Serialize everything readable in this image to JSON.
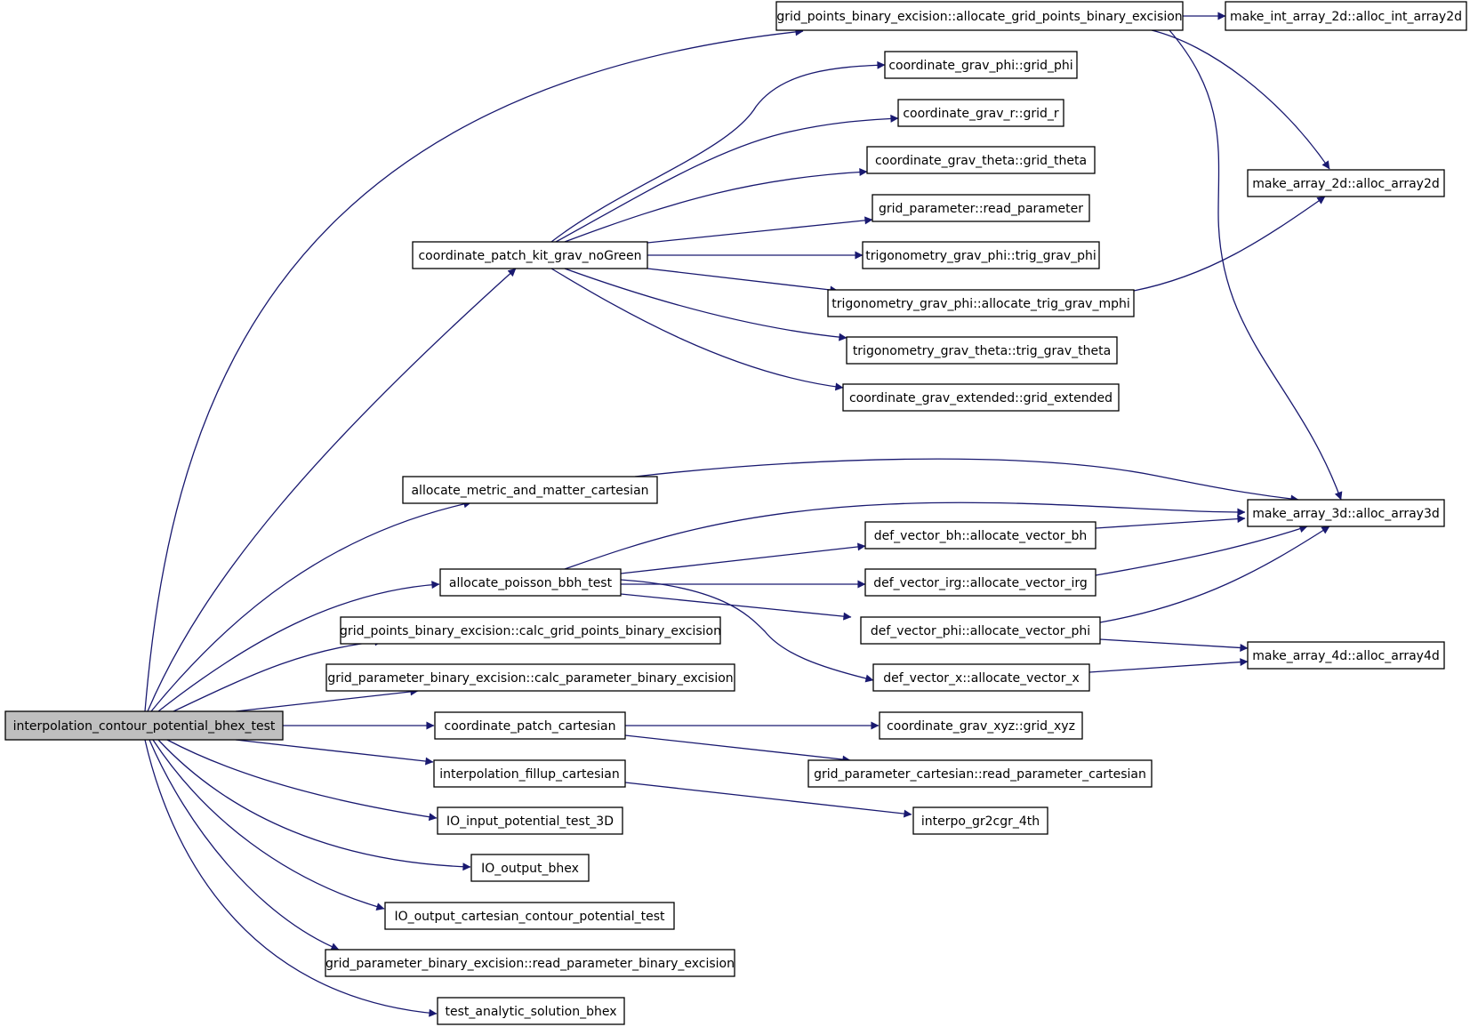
{
  "graph": {
    "root": "interpolation_contour_potential_bhex_test",
    "nodes": [
      {
        "id": "root",
        "label": "interpolation_contour_potential_bhex_test",
        "root": true
      },
      {
        "id": "gpbe_alloc",
        "label": "grid_points_binary_excision::allocate_grid_points_binary_excision"
      },
      {
        "id": "int2d",
        "label": "make_int_array_2d::alloc_int_array2d"
      },
      {
        "id": "grid_phi",
        "label": "coordinate_grav_phi::grid_phi"
      },
      {
        "id": "grid_r",
        "label": "coordinate_grav_r::grid_r"
      },
      {
        "id": "grid_theta",
        "label": "coordinate_grav_theta::grid_theta"
      },
      {
        "id": "read_param",
        "label": "grid_parameter::read_parameter"
      },
      {
        "id": "cpkgng",
        "label": "coordinate_patch_kit_grav_noGreen"
      },
      {
        "id": "trig_phi",
        "label": "trigonometry_grav_phi::trig_grav_phi"
      },
      {
        "id": "trig_mphi",
        "label": "trigonometry_grav_phi::allocate_trig_grav_mphi"
      },
      {
        "id": "trig_theta",
        "label": "trigonometry_grav_theta::trig_grav_theta"
      },
      {
        "id": "grid_ext",
        "label": "coordinate_grav_extended::grid_extended"
      },
      {
        "id": "arr2d",
        "label": "make_array_2d::alloc_array2d"
      },
      {
        "id": "amamc",
        "label": "allocate_metric_and_matter_cartesian"
      },
      {
        "id": "arr3d",
        "label": "make_array_3d::alloc_array3d"
      },
      {
        "id": "vec_bh",
        "label": "def_vector_bh::allocate_vector_bh"
      },
      {
        "id": "apbt",
        "label": "allocate_poisson_bbh_test"
      },
      {
        "id": "vec_irg",
        "label": "def_vector_irg::allocate_vector_irg"
      },
      {
        "id": "calc_gp",
        "label": "grid_points_binary_excision::calc_grid_points_binary_excision"
      },
      {
        "id": "vec_phi",
        "label": "def_vector_phi::allocate_vector_phi"
      },
      {
        "id": "arr4d",
        "label": "make_array_4d::alloc_array4d"
      },
      {
        "id": "calc_param",
        "label": "grid_parameter_binary_excision::calc_parameter_binary_excision"
      },
      {
        "id": "vec_x",
        "label": "def_vector_x::allocate_vector_x"
      },
      {
        "id": "cpc",
        "label": "coordinate_patch_cartesian"
      },
      {
        "id": "grid_xyz",
        "label": "coordinate_grav_xyz::grid_xyz"
      },
      {
        "id": "ifc",
        "label": "interpolation_fillup_cartesian"
      },
      {
        "id": "read_cart",
        "label": "grid_parameter_cartesian::read_parameter_cartesian"
      },
      {
        "id": "io_in",
        "label": "IO_input_potential_test_3D"
      },
      {
        "id": "interpo",
        "label": "interpo_gr2cgr_4th"
      },
      {
        "id": "io_out",
        "label": "IO_output_bhex"
      },
      {
        "id": "io_cart",
        "label": "IO_output_cartesian_contour_potential_test"
      },
      {
        "id": "read_bex",
        "label": "grid_parameter_binary_excision::read_parameter_binary_excision"
      },
      {
        "id": "tasb",
        "label": "test_analytic_solution_bhex"
      }
    ],
    "edges": [
      {
        "from": "root",
        "to": "gpbe_alloc"
      },
      {
        "from": "root",
        "to": "cpkgng"
      },
      {
        "from": "root",
        "to": "amamc"
      },
      {
        "from": "root",
        "to": "apbt"
      },
      {
        "from": "root",
        "to": "calc_gp"
      },
      {
        "from": "root",
        "to": "calc_param"
      },
      {
        "from": "root",
        "to": "cpc"
      },
      {
        "from": "root",
        "to": "ifc"
      },
      {
        "from": "root",
        "to": "io_in"
      },
      {
        "from": "root",
        "to": "io_out"
      },
      {
        "from": "root",
        "to": "io_cart"
      },
      {
        "from": "root",
        "to": "read_bex"
      },
      {
        "from": "root",
        "to": "tasb"
      },
      {
        "from": "gpbe_alloc",
        "to": "int2d"
      },
      {
        "from": "gpbe_alloc",
        "to": "arr2d"
      },
      {
        "from": "gpbe_alloc",
        "to": "arr3d"
      },
      {
        "from": "cpkgng",
        "to": "grid_phi"
      },
      {
        "from": "cpkgng",
        "to": "grid_r"
      },
      {
        "from": "cpkgng",
        "to": "grid_theta"
      },
      {
        "from": "cpkgng",
        "to": "read_param"
      },
      {
        "from": "cpkgng",
        "to": "trig_phi"
      },
      {
        "from": "cpkgng",
        "to": "trig_mphi"
      },
      {
        "from": "cpkgng",
        "to": "trig_theta"
      },
      {
        "from": "cpkgng",
        "to": "grid_ext"
      },
      {
        "from": "trig_mphi",
        "to": "arr2d"
      },
      {
        "from": "amamc",
        "to": "arr3d"
      },
      {
        "from": "apbt",
        "to": "arr3d"
      },
      {
        "from": "apbt",
        "to": "vec_bh"
      },
      {
        "from": "apbt",
        "to": "vec_irg"
      },
      {
        "from": "apbt",
        "to": "vec_phi"
      },
      {
        "from": "apbt",
        "to": "vec_x"
      },
      {
        "from": "vec_bh",
        "to": "arr3d"
      },
      {
        "from": "vec_irg",
        "to": "arr3d"
      },
      {
        "from": "vec_phi",
        "to": "arr3d"
      },
      {
        "from": "vec_phi",
        "to": "arr4d"
      },
      {
        "from": "vec_x",
        "to": "arr4d"
      },
      {
        "from": "cpc",
        "to": "grid_xyz"
      },
      {
        "from": "cpc",
        "to": "read_cart"
      },
      {
        "from": "ifc",
        "to": "interpo"
      }
    ]
  }
}
